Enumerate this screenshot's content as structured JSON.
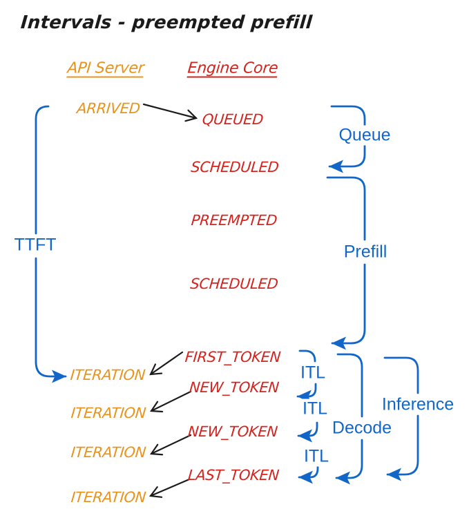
{
  "title": "Intervals - preempted prefill",
  "colors": {
    "orange": "#E8941C",
    "red": "#D5231E",
    "blue": "#1166C7",
    "ink": "#1B1B1B"
  },
  "columns": {
    "api_server": "API Server",
    "engine_core": "Engine Core"
  },
  "api_events": [
    {
      "label": "ARRIVED"
    },
    {
      "label": "ITERATION"
    },
    {
      "label": "ITERATION"
    },
    {
      "label": "ITERATION"
    },
    {
      "label": "ITERATION"
    }
  ],
  "engine_events": [
    {
      "label": "QUEUED"
    },
    {
      "label": "SCHEDULED"
    },
    {
      "label": "PREEMPTED"
    },
    {
      "label": "SCHEDULED"
    },
    {
      "label": "FIRST_TOKEN"
    },
    {
      "label": "NEW_TOKEN"
    },
    {
      "label": "NEW_TOKEN"
    },
    {
      "label": "LAST_TOKEN"
    }
  ],
  "intervals": {
    "ttft": "TTFT",
    "queue": "Queue",
    "prefill": "Prefill",
    "itl": [
      "ITL",
      "ITL",
      "ITL"
    ],
    "decode": "Decode",
    "inference": "Inference"
  }
}
